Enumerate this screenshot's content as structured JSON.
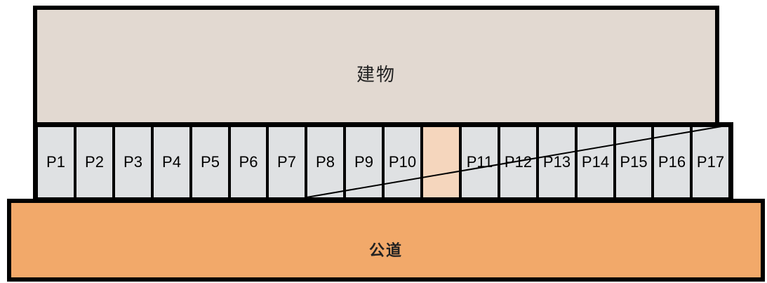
{
  "building": {
    "label": "建物"
  },
  "road": {
    "label": "公道"
  },
  "spaces": [
    {
      "label": "P1"
    },
    {
      "label": "P2"
    },
    {
      "label": "P3"
    },
    {
      "label": "P4"
    },
    {
      "label": "P5"
    },
    {
      "label": "P6"
    },
    {
      "label": "P7"
    },
    {
      "label": "P8"
    },
    {
      "label": "P9"
    },
    {
      "label": "P10"
    },
    {
      "label": "",
      "empty": true
    },
    {
      "label": "P11"
    },
    {
      "label": "P12"
    },
    {
      "label": "P13"
    },
    {
      "label": "P14"
    },
    {
      "label": "P15"
    },
    {
      "label": "P16"
    },
    {
      "label": "P17"
    }
  ],
  "colors": {
    "building": "#e2d9d1",
    "space": "#dfe1e3",
    "empty_space": "#f5d6bd",
    "road": "#f2a96a",
    "outline": "#000000"
  }
}
